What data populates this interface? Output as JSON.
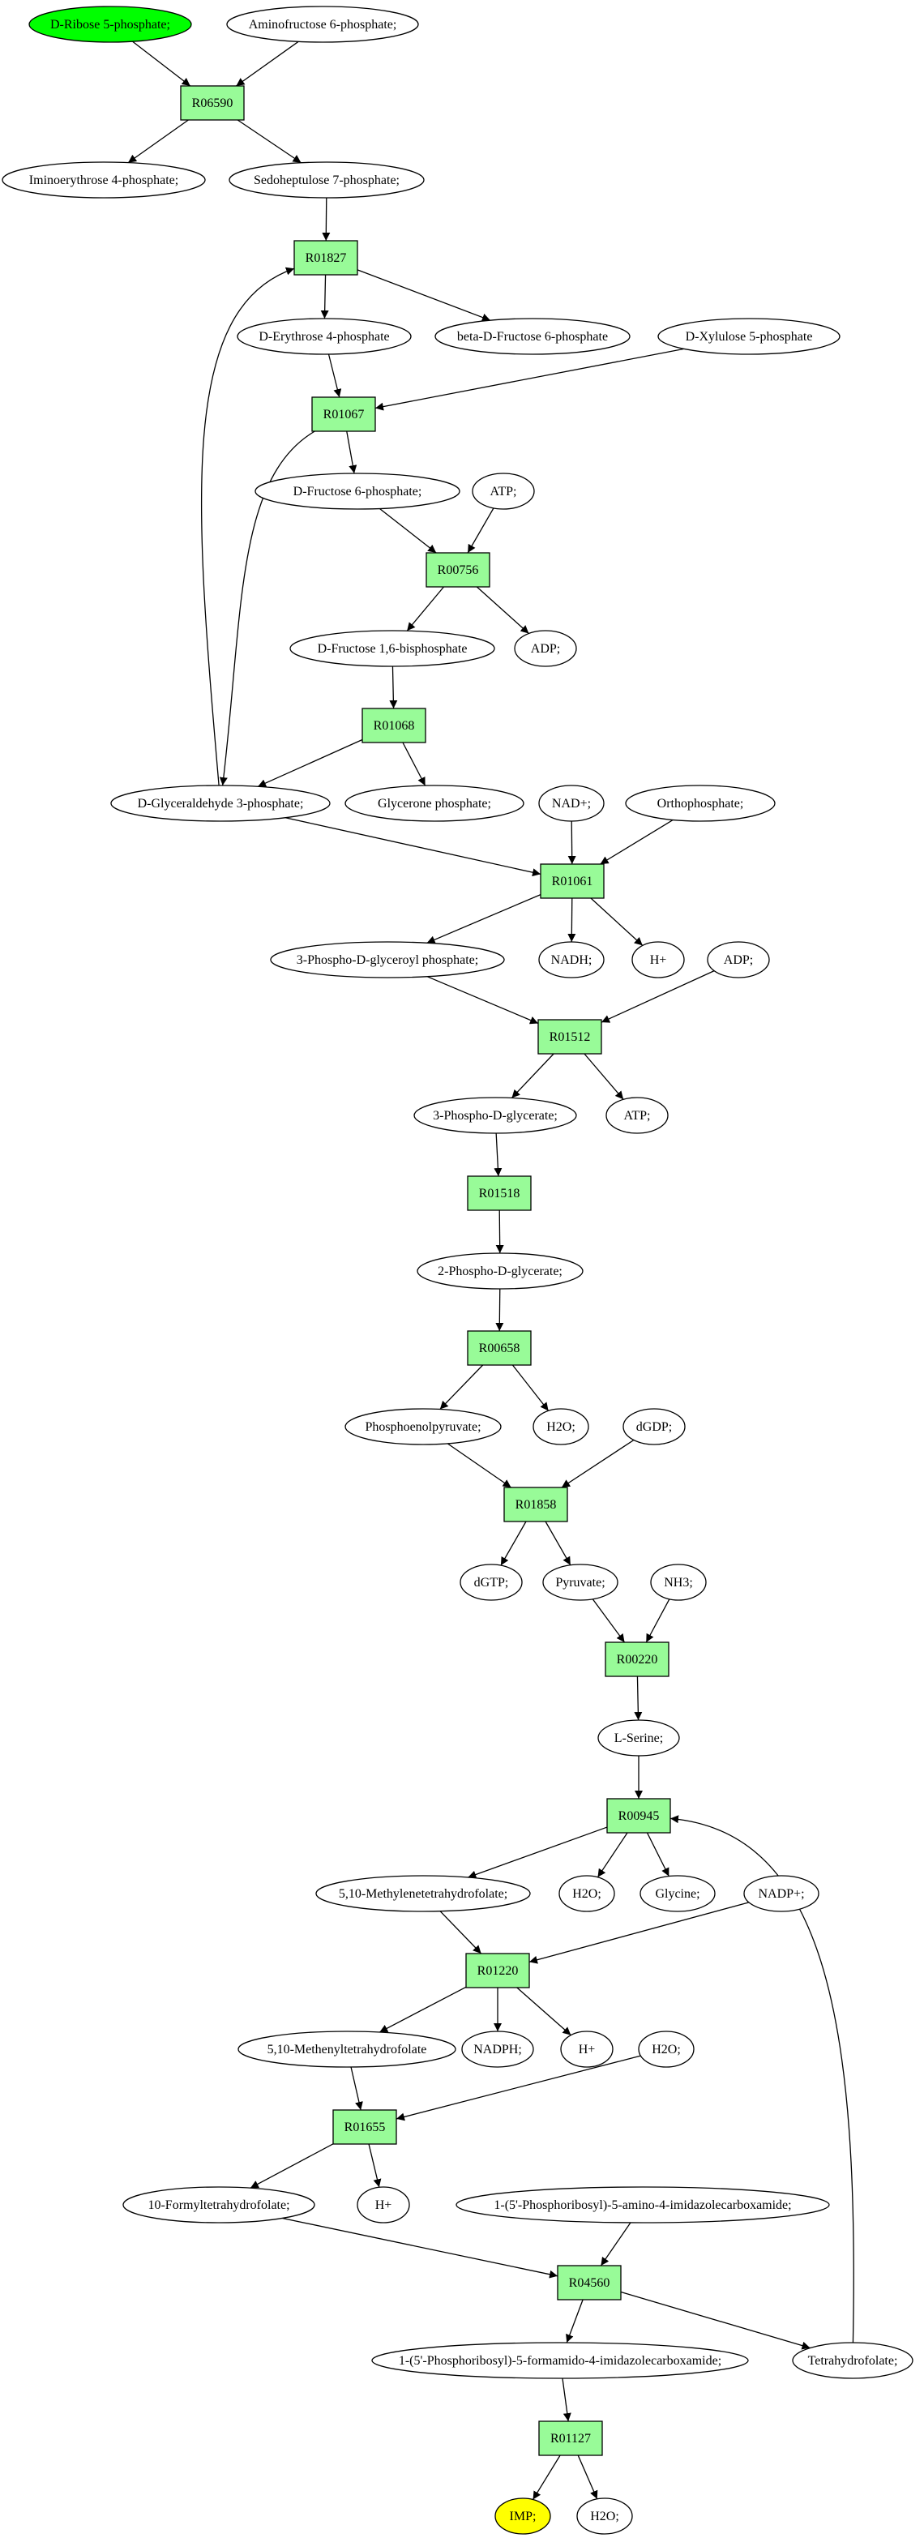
{
  "colors": {
    "reaction_fill": "#98fb98",
    "metabolite_fill": "#ffffff",
    "start_fill": "#00ff00",
    "end_fill": "#ffff00",
    "stroke": "#000000"
  },
  "nodes": {
    "m_ribose5p": {
      "kind": "metabolite",
      "label": "D-Ribose 5-phosphate;",
      "highlight": "start"
    },
    "m_aminofructose6p": {
      "kind": "metabolite",
      "label": "Aminofructose 6-phosphate;"
    },
    "r_R06590": {
      "kind": "reaction",
      "label": "R06590"
    },
    "m_iminoerythrose4p": {
      "kind": "metabolite",
      "label": "Iminoerythrose 4-phosphate;"
    },
    "m_sedoheptulose7p": {
      "kind": "metabolite",
      "label": "Sedoheptulose 7-phosphate;"
    },
    "r_R01827": {
      "kind": "reaction",
      "label": "R01827"
    },
    "m_erythrose4p": {
      "kind": "metabolite",
      "label": "D-Erythrose 4-phosphate"
    },
    "m_betafructose6p": {
      "kind": "metabolite",
      "label": "beta-D-Fructose 6-phosphate"
    },
    "m_xylulose5p": {
      "kind": "metabolite",
      "label": "D-Xylulose 5-phosphate"
    },
    "r_R01067": {
      "kind": "reaction",
      "label": "R01067"
    },
    "m_fructose6p": {
      "kind": "metabolite",
      "label": "D-Fructose 6-phosphate;"
    },
    "m_atp1": {
      "kind": "metabolite",
      "label": "ATP;"
    },
    "r_R00756": {
      "kind": "reaction",
      "label": "R00756"
    },
    "m_fructose16bp": {
      "kind": "metabolite",
      "label": "D-Fructose 1,6-bisphosphate"
    },
    "m_adp1": {
      "kind": "metabolite",
      "label": "ADP;"
    },
    "r_R01068": {
      "kind": "reaction",
      "label": "R01068"
    },
    "m_g3p": {
      "kind": "metabolite",
      "label": "D-Glyceraldehyde 3-phosphate;"
    },
    "m_glycerone": {
      "kind": "metabolite",
      "label": "Glycerone phosphate;"
    },
    "m_nad": {
      "kind": "metabolite",
      "label": "NAD+;"
    },
    "m_orthophosphate": {
      "kind": "metabolite",
      "label": "Orthophosphate;"
    },
    "r_R01061": {
      "kind": "reaction",
      "label": "R01061"
    },
    "m_3pgp": {
      "kind": "metabolite",
      "label": "3-Phospho-D-glyceroyl phosphate;"
    },
    "m_nadh": {
      "kind": "metabolite",
      "label": "NADH;"
    },
    "m_h1": {
      "kind": "metabolite",
      "label": "H+"
    },
    "m_adp2": {
      "kind": "metabolite",
      "label": "ADP;"
    },
    "r_R01512": {
      "kind": "reaction",
      "label": "R01512"
    },
    "m_3pg": {
      "kind": "metabolite",
      "label": "3-Phospho-D-glycerate;"
    },
    "m_atp2": {
      "kind": "metabolite",
      "label": "ATP;"
    },
    "r_R01518": {
      "kind": "reaction",
      "label": "R01518"
    },
    "m_2pg": {
      "kind": "metabolite",
      "label": "2-Phospho-D-glycerate;"
    },
    "r_R00658": {
      "kind": "reaction",
      "label": "R00658"
    },
    "m_pep": {
      "kind": "metabolite",
      "label": "Phosphoenolpyruvate;"
    },
    "m_h2o1": {
      "kind": "metabolite",
      "label": "H2O;"
    },
    "m_dgdp": {
      "kind": "metabolite",
      "label": "dGDP;"
    },
    "r_R01858": {
      "kind": "reaction",
      "label": "R01858"
    },
    "m_dgtp": {
      "kind": "metabolite",
      "label": "dGTP;"
    },
    "m_pyruvate": {
      "kind": "metabolite",
      "label": "Pyruvate;"
    },
    "m_nh3": {
      "kind": "metabolite",
      "label": "NH3;"
    },
    "r_R00220": {
      "kind": "reaction",
      "label": "R00220"
    },
    "m_serine": {
      "kind": "metabolite",
      "label": "L-Serine;"
    },
    "r_R00945": {
      "kind": "reaction",
      "label": "R00945"
    },
    "m_mthf": {
      "kind": "metabolite",
      "label": "5,10-Methylenetetrahydrofolate;"
    },
    "m_h2o2": {
      "kind": "metabolite",
      "label": "H2O;"
    },
    "m_glycine": {
      "kind": "metabolite",
      "label": "Glycine;"
    },
    "m_nadp": {
      "kind": "metabolite",
      "label": "NADP+;"
    },
    "r_R01220": {
      "kind": "reaction",
      "label": "R01220"
    },
    "m_methenyl": {
      "kind": "metabolite",
      "label": "5,10-Methenyltetrahydrofolate"
    },
    "m_nadph": {
      "kind": "metabolite",
      "label": "NADPH;"
    },
    "m_h2": {
      "kind": "metabolite",
      "label": "H+"
    },
    "m_h2o3": {
      "kind": "metabolite",
      "label": "H2O;"
    },
    "r_R01655": {
      "kind": "reaction",
      "label": "R01655"
    },
    "m_formylthf": {
      "kind": "metabolite",
      "label": "10-Formyltetrahydrofolate;"
    },
    "m_h3": {
      "kind": "metabolite",
      "label": "H+"
    },
    "m_aicar": {
      "kind": "metabolite",
      "label": "1-(5'-Phosphoribosyl)-5-amino-4-imidazolecarboxamide;"
    },
    "r_R04560": {
      "kind": "reaction",
      "label": "R04560"
    },
    "m_faicar": {
      "kind": "metabolite",
      "label": "1-(5'-Phosphoribosyl)-5-formamido-4-imidazolecarboxamide;"
    },
    "m_thf": {
      "kind": "metabolite",
      "label": "Tetrahydrofolate;"
    },
    "r_R01127": {
      "kind": "reaction",
      "label": "R01127"
    },
    "m_imp": {
      "kind": "metabolite",
      "label": "IMP;",
      "highlight": "end"
    },
    "m_h2o4": {
      "kind": "metabolite",
      "label": "H2O;"
    }
  },
  "edges": [
    [
      "m_ribose5p",
      "r_R06590"
    ],
    [
      "m_aminofructose6p",
      "r_R06590"
    ],
    [
      "r_R06590",
      "m_iminoerythrose4p"
    ],
    [
      "r_R06590",
      "m_sedoheptulose7p"
    ],
    [
      "m_sedoheptulose7p",
      "r_R01827"
    ],
    [
      "m_g3p",
      "r_R01827"
    ],
    [
      "r_R01827",
      "m_erythrose4p"
    ],
    [
      "r_R01827",
      "m_betafructose6p"
    ],
    [
      "m_erythrose4p",
      "r_R01067"
    ],
    [
      "m_xylulose5p",
      "r_R01067"
    ],
    [
      "r_R01067",
      "m_fructose6p"
    ],
    [
      "r_R01067",
      "m_g3p"
    ],
    [
      "m_fructose6p",
      "r_R00756"
    ],
    [
      "m_atp1",
      "r_R00756"
    ],
    [
      "r_R00756",
      "m_fructose16bp"
    ],
    [
      "r_R00756",
      "m_adp1"
    ],
    [
      "m_fructose16bp",
      "r_R01068"
    ],
    [
      "r_R01068",
      "m_g3p"
    ],
    [
      "r_R01068",
      "m_glycerone"
    ],
    [
      "m_g3p",
      "r_R01061"
    ],
    [
      "m_nad",
      "r_R01061"
    ],
    [
      "m_orthophosphate",
      "r_R01061"
    ],
    [
      "r_R01061",
      "m_3pgp"
    ],
    [
      "r_R01061",
      "m_nadh"
    ],
    [
      "r_R01061",
      "m_h1"
    ],
    [
      "m_3pgp",
      "r_R01512"
    ],
    [
      "m_adp2",
      "r_R01512"
    ],
    [
      "r_R01512",
      "m_3pg"
    ],
    [
      "r_R01512",
      "m_atp2"
    ],
    [
      "m_3pg",
      "r_R01518"
    ],
    [
      "r_R01518",
      "m_2pg"
    ],
    [
      "m_2pg",
      "r_R00658"
    ],
    [
      "r_R00658",
      "m_pep"
    ],
    [
      "r_R00658",
      "m_h2o1"
    ],
    [
      "m_pep",
      "r_R01858"
    ],
    [
      "m_dgdp",
      "r_R01858"
    ],
    [
      "r_R01858",
      "m_dgtp"
    ],
    [
      "r_R01858",
      "m_pyruvate"
    ],
    [
      "m_pyruvate",
      "r_R00220"
    ],
    [
      "m_nh3",
      "r_R00220"
    ],
    [
      "r_R00220",
      "m_serine"
    ],
    [
      "m_serine",
      "r_R00945"
    ],
    [
      "m_thf",
      "r_R00945"
    ],
    [
      "r_R00945",
      "m_mthf"
    ],
    [
      "r_R00945",
      "m_h2o2"
    ],
    [
      "r_R00945",
      "m_glycine"
    ],
    [
      "m_mthf",
      "r_R01220"
    ],
    [
      "m_nadp",
      "r_R01220"
    ],
    [
      "r_R01220",
      "m_methenyl"
    ],
    [
      "r_R01220",
      "m_nadph"
    ],
    [
      "r_R01220",
      "m_h2"
    ],
    [
      "m_methenyl",
      "r_R01655"
    ],
    [
      "m_h2o3",
      "r_R01655"
    ],
    [
      "r_R01655",
      "m_formylthf"
    ],
    [
      "r_R01655",
      "m_h3"
    ],
    [
      "m_formylthf",
      "r_R04560"
    ],
    [
      "m_aicar",
      "r_R04560"
    ],
    [
      "r_R04560",
      "m_faicar"
    ],
    [
      "r_R04560",
      "m_thf"
    ],
    [
      "m_faicar",
      "r_R01127"
    ],
    [
      "r_R01127",
      "m_imp"
    ],
    [
      "r_R01127",
      "m_h2o4"
    ]
  ]
}
